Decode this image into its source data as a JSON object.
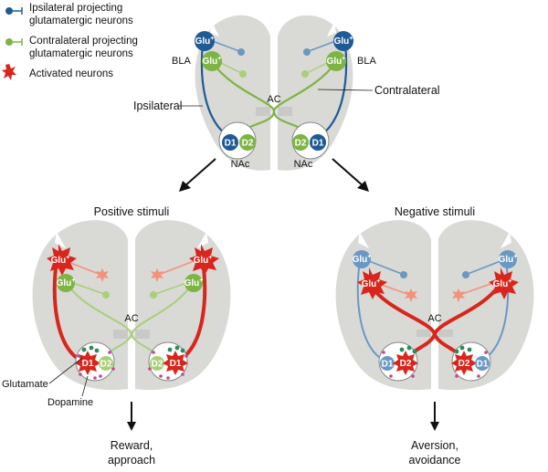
{
  "colors": {
    "blue": "#1f5a95",
    "blue_light": "#6a98c2",
    "green": "#7db443",
    "green_light": "#a9cf78",
    "red": "#d9251c",
    "salmon": "#f3927a",
    "brain": "#d9d9d6",
    "gray_ac": "#9a9a9a"
  },
  "legend": {
    "ipsi_line1": "Ipsilateral projecting",
    "ipsi_line2": "glutamatergic neurons",
    "contra_line1": "Contralateral projecting",
    "contra_line2": "glutamatergic neurons",
    "activated": "Activated neurons"
  },
  "labels": {
    "glu": "Glu",
    "glu_sup": "+",
    "d1": "D1",
    "d2": "D2",
    "bla": "BLA",
    "nac": "NAc",
    "ac": "AC",
    "ipsilateral": "Ipsilateral",
    "contralateral": "Contralateral",
    "positive_title": "Positive stimuli",
    "negative_title": "Negative stimuli",
    "glutamate": "Glutamate",
    "dopamine": "Dopamine",
    "reward_line1": "Reward,",
    "reward_line2": "approach",
    "aversion_line1": "Aversion,",
    "aversion_line2": "avoidance"
  },
  "icons": {
    "ipsi_legend": "blue-pin-icon",
    "contra_legend": "green-pin-icon",
    "activated_legend": "red-star-icon"
  }
}
